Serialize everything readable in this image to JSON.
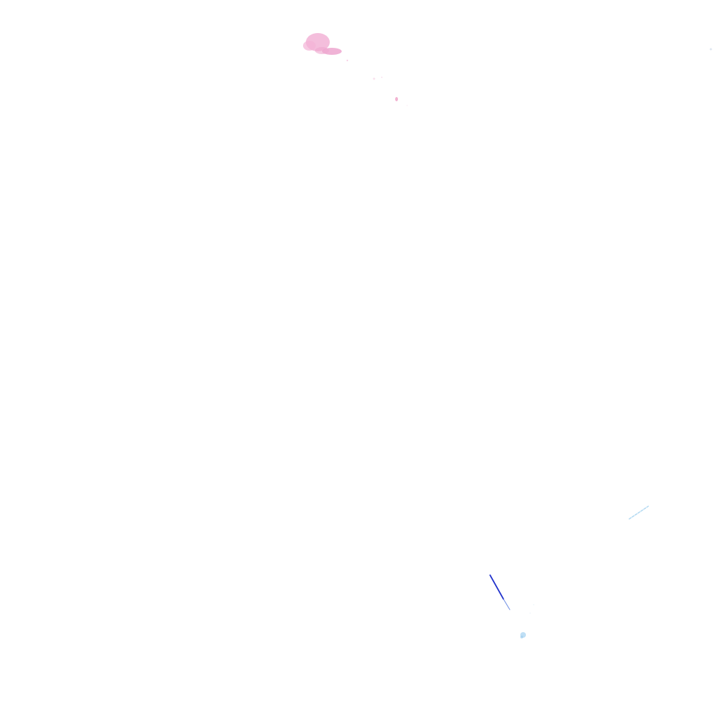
{
  "scene": {
    "background_color": "#ffffff",
    "marks": [
      {
        "name": "pink-smudge-mark",
        "color": "#f0a8d0"
      },
      {
        "name": "pink-speck-mark",
        "color": "#f4b8d8"
      },
      {
        "name": "blue-streak-mark",
        "color": "#2233cc"
      },
      {
        "name": "light-blue-streak-mark",
        "color": "#a8d4f0"
      },
      {
        "name": "light-blue-dot-mark",
        "color": "#b8dcf4"
      }
    ]
  }
}
